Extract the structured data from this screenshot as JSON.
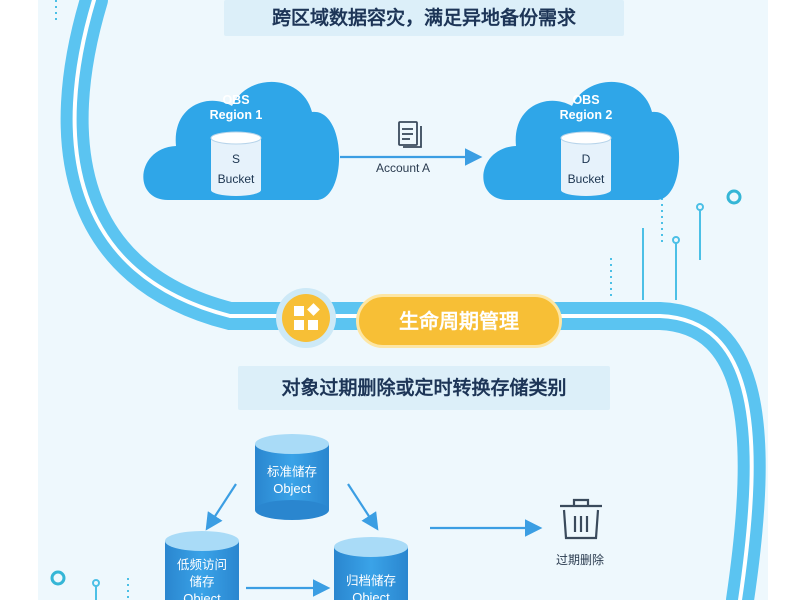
{
  "sections": {
    "top_banner": "跨区域数据容灾，满足异地备份需求",
    "lifecycle_label": "生命周期管理",
    "bottom_banner": "对象过期删除或定时转换存储类别"
  },
  "replication": {
    "source": {
      "title_line1": "OBS",
      "title_line2": "Region 1",
      "bucket_letter": "S",
      "bucket_label": "Bucket"
    },
    "target": {
      "title_line1": "OBS",
      "title_line2": "Region 2",
      "bucket_letter": "D",
      "bucket_label": "Bucket"
    },
    "account_label": "Account A"
  },
  "storage": {
    "standard": {
      "line1": "标准储存",
      "line2": "Object"
    },
    "infrequent": {
      "line1": "低频访问",
      "line2": "储存",
      "line3": "Object"
    },
    "archive": {
      "line1": "归档储存",
      "line2": "Object"
    },
    "delete_label": "过期删除"
  },
  "colors": {
    "cloud": "#2fa6e8",
    "road": "#5bc4f1",
    "banner": "#dceff9",
    "pill": "#f7bf36",
    "cylinder": "#2e8fd6"
  },
  "icons": [
    "document-icon",
    "grid-apps-icon",
    "trash-icon",
    "bucket-icon",
    "arrow-icon"
  ]
}
